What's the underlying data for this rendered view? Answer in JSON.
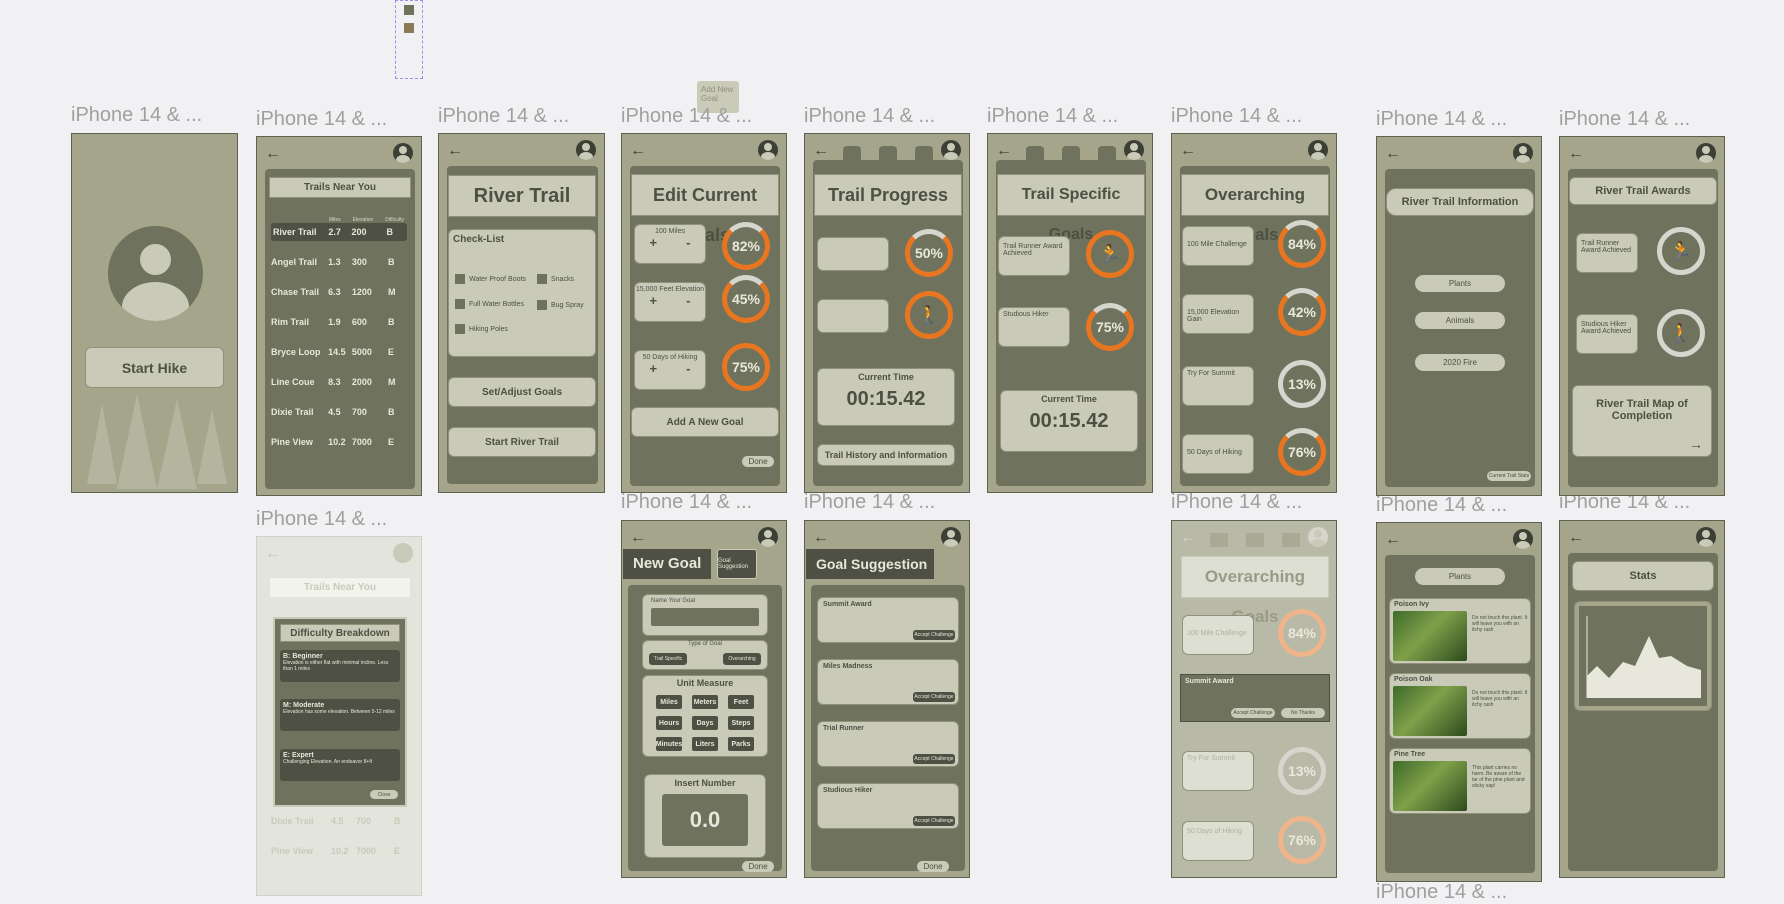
{
  "frame_label": "iPhone 14 & ...",
  "add_goal_sticky": "Add New Goal",
  "start": {
    "button": "Start Hike"
  },
  "trails": {
    "title": "Trails Near You",
    "headers": [
      "Miles",
      "Elevation",
      "Difficulty"
    ],
    "rows": [
      [
        "River Trail",
        "2.7",
        "200",
        "B"
      ],
      [
        "Angel Trail",
        "1.3",
        "300",
        "B"
      ],
      [
        "Chase Trail",
        "6.3",
        "1200",
        "M"
      ],
      [
        "Rim Trail",
        "1.9",
        "600",
        "B"
      ],
      [
        "Bryce Loop",
        "14.5",
        "5000",
        "E"
      ],
      [
        "Line Coue",
        "8.3",
        "2000",
        "M"
      ],
      [
        "Dixie Trail",
        "4.5",
        "700",
        "B"
      ],
      [
        "Pine View",
        "10.2",
        "7000",
        "E"
      ]
    ]
  },
  "difficulty": {
    "bg_title": "Trails Near You",
    "title": "Difficulty Breakdown",
    "items": [
      {
        "head": "B: Beginner",
        "text": "Elevation is either flat with minimal incline. Less than 1 miles"
      },
      {
        "head": "M: Moderate",
        "text": "Elevation has some elevation. Between 5-12 miles"
      },
      {
        "head": "E: Expert",
        "text": "Challenging Elevation. An endeavor 8+ft"
      }
    ],
    "close": "Close",
    "rows": [
      [
        "Dixie Trail",
        "4.5",
        "700",
        "B"
      ],
      [
        "Pine View",
        "10.2",
        "7000",
        "E"
      ]
    ]
  },
  "river": {
    "title": "River Trail",
    "checklist_title": "Check-List",
    "items": [
      "Water Proof Boots",
      "Snacks",
      "Full Water Bottles",
      "Bug Spray",
      "Hiking Poles"
    ],
    "set_goals": "Set/Adjust Goals",
    "start": "Start River Trail"
  },
  "edit": {
    "title": "Edit Current Goals",
    "goals": [
      {
        "name": "100 Miles",
        "pct": "82%"
      },
      {
        "name": "15,000 Feet Elevation",
        "pct": "45%"
      },
      {
        "name": "50 Days of Hiking",
        "pct": "75%"
      }
    ],
    "plus": "+",
    "minus": "-",
    "add": "Add A New Goal",
    "done": "Done"
  },
  "newgoal": {
    "title": "New Goal",
    "suggest": "Goal Suggestion",
    "name_label": "Name Your Goal",
    "type_label": "Type of Goal",
    "types": [
      "Trail Specific",
      "Overarching"
    ],
    "unit_label": "Unit Measure",
    "units": [
      "Miles",
      "Meters",
      "Feet",
      "Hours",
      "Days",
      "Steps",
      "Minutes",
      "Liters",
      "Parks"
    ],
    "insert_label": "Insert Number",
    "number": "0.0",
    "done": "Done"
  },
  "progress": {
    "title": "Trail Progress",
    "pct": "50%",
    "current_time_label": "Current Time",
    "time": "00:15.42",
    "history": "Trail History and Information"
  },
  "suggestion": {
    "title": "Goal Suggestion",
    "items": [
      "Summit Award",
      "Miles Madness",
      "Trial Runner",
      "Studious Hiker"
    ],
    "accept": "Accept Challenge",
    "done": "Done"
  },
  "specific": {
    "title": "Trail Specific Goals",
    "runner": "Trail Runner Award Achieved",
    "hiker": "Studious Hiker",
    "pct": "75%",
    "current_time_label": "Current Time",
    "time": "00:15.42"
  },
  "overarching": {
    "title": "Overarching Goals",
    "goals": [
      {
        "name": "100 Mile Challenge",
        "pct": "84%"
      },
      {
        "name": "15,000 Elevation Gain",
        "pct": "42%"
      },
      {
        "name": "Try For Summit",
        "pct": "13%"
      },
      {
        "name": "50 Days of Hiking",
        "pct": "76%"
      }
    ],
    "summit_popup": "Summit Award",
    "accept": "Accept Challenge",
    "no": "No Thanks"
  },
  "info": {
    "title": "River Trail Information",
    "buttons": [
      "Plants",
      "Animals",
      "2020 Fire"
    ],
    "footer": "Current Trail Stats"
  },
  "plants": {
    "title": "Plants",
    "items": [
      {
        "name": "Poison Ivy",
        "desc": "Do not touch this plant. It will leave you with an itchy rash"
      },
      {
        "name": "Poison Oak",
        "desc": "Do not touch this plant. It will leave you with an itchy rash"
      },
      {
        "name": "Pine Tree",
        "desc": "This plant carries no harm. Be aware of the tar of the pine plant and sticky sap!"
      }
    ]
  },
  "awards": {
    "title": "River Trail Awards",
    "runner": "Trail Runner Award Achieved",
    "hiker": "Studious Hiker Award Achieved",
    "map": "River Trail Map of Completion",
    "arrow": "→"
  },
  "stats": {
    "title": "Stats"
  }
}
